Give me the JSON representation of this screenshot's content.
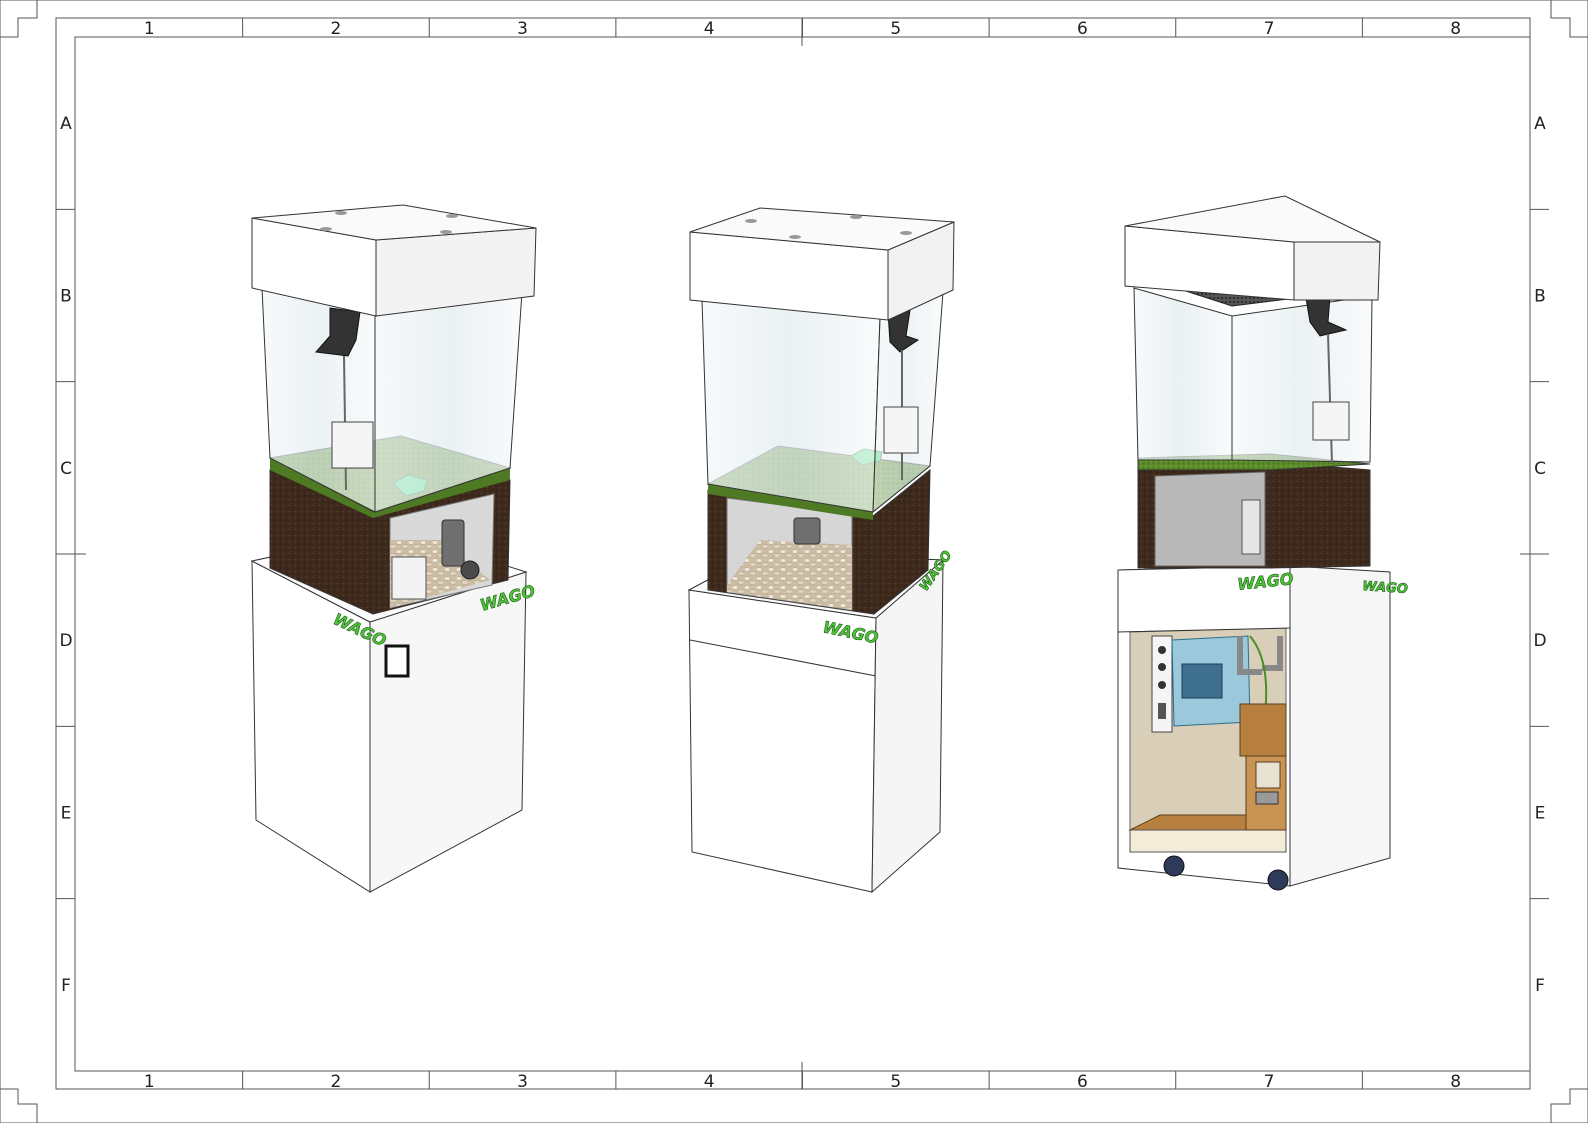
{
  "drawing_frame": {
    "columns": [
      "1",
      "2",
      "3",
      "4",
      "5",
      "6",
      "7",
      "8"
    ],
    "rows": [
      "A",
      "B",
      "C",
      "D",
      "E",
      "F"
    ]
  },
  "views": [
    {
      "id": "view-left",
      "logo_front": "WAGO",
      "logo_side": "WAGO"
    },
    {
      "id": "view-center",
      "logo_front": "WAGO",
      "logo_side": "WAGO"
    },
    {
      "id": "view-right",
      "logo_front": "WAGO",
      "logo_side": "WAGO"
    }
  ],
  "colors": {
    "brand_green": "#4fc43a",
    "grass": "#5a8a2a",
    "soil": "#3e2a1c",
    "glass": "#e9f2f5",
    "wood": "#b7803f",
    "cabinet_beige": "#d9cfb8",
    "blue_box": "#8fc7e0",
    "gravel": "#d8cbb6"
  }
}
